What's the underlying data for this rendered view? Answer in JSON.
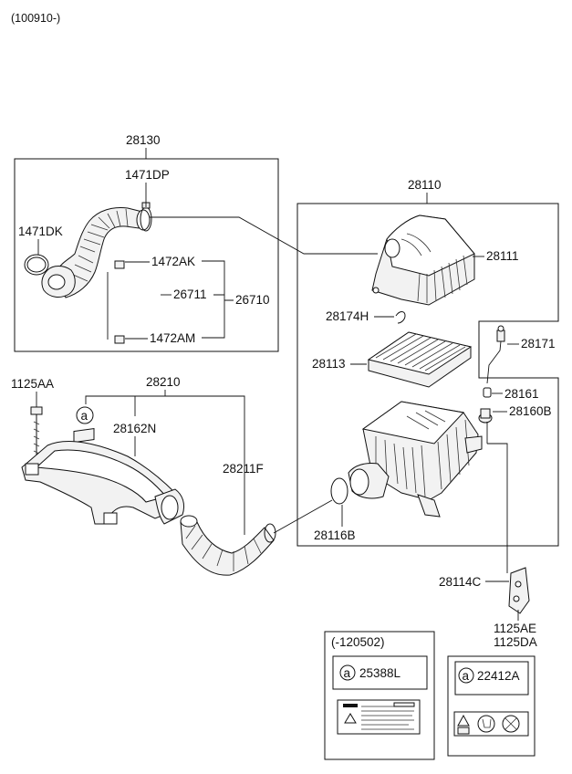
{
  "header": {
    "code": "(100910-)"
  },
  "labels": {
    "p28130": "28130",
    "p1471DP": "1471DP",
    "p1471DK": "1471DK",
    "p1472AK": "1472AK",
    "p26711": "26711",
    "p26710": "26710",
    "p1472AM": "1472AM",
    "p28110": "28110",
    "p28111": "28111",
    "p28174H": "28174H",
    "p28171": "28171",
    "p28113": "28113",
    "p28161": "28161",
    "p28160B": "28160B",
    "p1125AA": "1125AA",
    "p28210": "28210",
    "p28162N": "28162N",
    "p28211F": "28211F",
    "p28116B": "28116B",
    "p28114C": "28114C",
    "p1125AE": "1125AE",
    "p1125DA": "1125DA"
  },
  "ref_marker": "a",
  "label_boxes": {
    "left": {
      "date_note": "(-120502)",
      "marker": "a",
      "part": "25388L"
    },
    "right": {
      "marker": "a",
      "part": "22412A"
    }
  }
}
